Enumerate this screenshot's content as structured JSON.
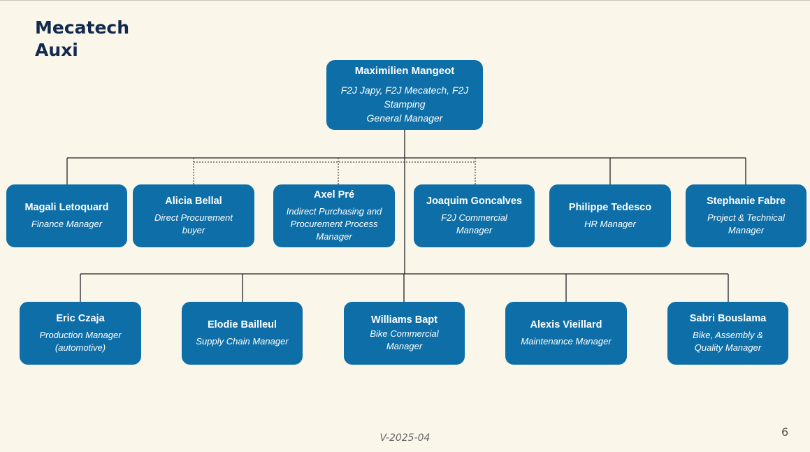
{
  "title_lines": [
    "Mecatech",
    "Auxi"
  ],
  "top": {
    "name": "Maximilien Mangeot",
    "role_lines": [
      "F2J Japy, F2J Mecatech, F2J",
      "Stamping",
      "General Manager"
    ]
  },
  "row1": [
    {
      "name": "Magali Letoquard",
      "role_lines": [
        "Finance Manager"
      ],
      "link": "solid"
    },
    {
      "name": "Alicia Bellal",
      "role_lines": [
        "Direct Procurement",
        "buyer"
      ],
      "link": "dotted"
    },
    {
      "name": "Axel Pré",
      "role_lines": [
        "Indirect Purchasing and",
        "Procurement Process",
        "Manager"
      ],
      "link": "dotted"
    },
    {
      "name": "Joaquim Goncalves",
      "role_lines": [
        "F2J Commercial",
        "Manager"
      ],
      "link": "dotted"
    },
    {
      "name": "Philippe Tedesco",
      "role_lines": [
        "HR Manager"
      ],
      "link": "solid"
    },
    {
      "name": "Stephanie Fabre",
      "role_lines": [
        "Project & Technical",
        "Manager"
      ],
      "link": "solid"
    }
  ],
  "row2": [
    {
      "name": "Eric Czaja",
      "role_lines": [
        "Production Manager",
        "(automotive)"
      ],
      "link": "solid"
    },
    {
      "name": "Elodie Bailleul",
      "role_lines": [
        "Supply Chain Manager"
      ],
      "link": "solid"
    },
    {
      "name": "Williams Bapt",
      "role_lines": [
        "Bike Commercial",
        "Manager"
      ],
      "link": "solid"
    },
    {
      "name": "Alexis Vieillard",
      "role_lines": [
        "Maintenance Manager"
      ],
      "link": "solid"
    },
    {
      "name": "Sabri Bouslama",
      "role_lines": [
        "Bike, Assembly &",
        "Quality Manager"
      ],
      "link": "solid"
    }
  ],
  "version": "V-2025-04",
  "page_number": "6",
  "colors": {
    "background": "#fbf6ea",
    "box_fill": "#0e6fa8",
    "title": "#132a4f",
    "connector": "#222222"
  }
}
